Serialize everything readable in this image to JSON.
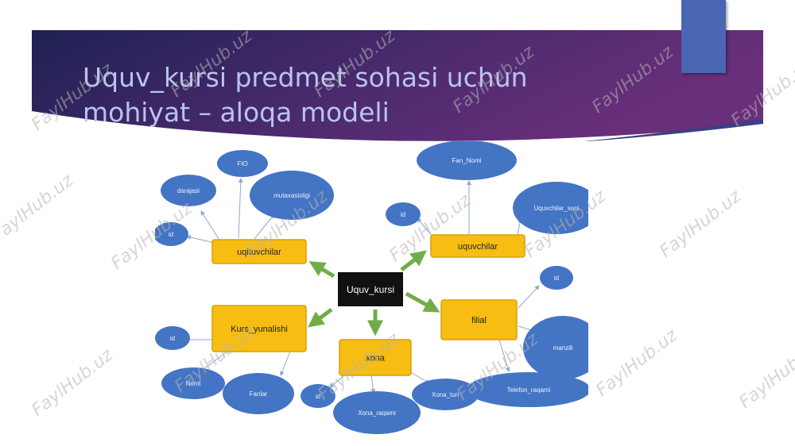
{
  "slide": {
    "title_lines": [
      "Uquv_kursi predmet sohasi uchun",
      "mohiyat – aloqa modeli"
    ],
    "watermark": "FaylHub.uz"
  },
  "colors": {
    "banner_start": "#1e2152",
    "banner_end": "#6a2f7a",
    "title": "#b9c3ef",
    "accent": "#4a66b2",
    "entity_fill": "#f7bd12",
    "entity_stroke": "#d9a100",
    "attribute_fill": "#4474c4",
    "center_fill": "#111111",
    "arrow_green": "#70ad47",
    "connector_blue": "#8fa8d8"
  },
  "diagram": {
    "center": "Uquv_kursi",
    "entities": [
      {
        "id": "uqituvchilar",
        "label": "uqituvchilar"
      },
      {
        "id": "uquvchilar",
        "label": "uquvchilar"
      },
      {
        "id": "kurs",
        "label": "Kurs_yunalishi"
      },
      {
        "id": "xona",
        "label": "xona"
      },
      {
        "id": "filial",
        "label": "filial"
      }
    ],
    "attributes": [
      {
        "entity": "uqituvchilar",
        "label": "FIO"
      },
      {
        "entity": "uqituvchilar",
        "label": "darajasi"
      },
      {
        "entity": "uqituvchilar",
        "label": "mutaxasisligi"
      },
      {
        "entity": "uqituvchilar",
        "label": "id"
      },
      {
        "entity": "uquvchilar",
        "label": "Fan_Nomi"
      },
      {
        "entity": "uquvchilar",
        "label": "id"
      },
      {
        "entity": "uquvchilar",
        "label": "Uquvchilar_soni"
      },
      {
        "entity": "filial",
        "label": "id"
      },
      {
        "entity": "filial",
        "label": "manzili"
      },
      {
        "entity": "filial",
        "label": "Telefon_raqami"
      },
      {
        "entity": "kurs",
        "label": "id"
      },
      {
        "entity": "kurs",
        "label": "Nomi"
      },
      {
        "entity": "kurs",
        "label": "Fanlar"
      },
      {
        "entity": "xona",
        "label": "id"
      },
      {
        "entity": "xona",
        "label": "Xona_raqami"
      },
      {
        "entity": "xona",
        "label": "Xona_turi"
      }
    ]
  }
}
